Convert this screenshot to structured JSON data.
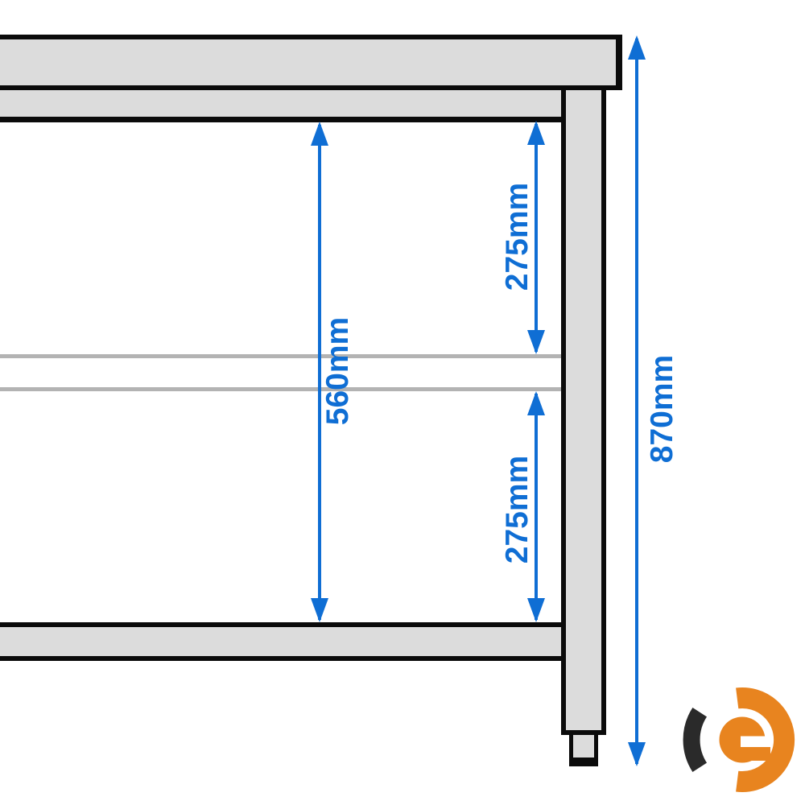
{
  "diagram": {
    "title": "worktable-side-view-dimension-drawing",
    "dimensions": {
      "inner_height": {
        "label": "560mm"
      },
      "upper_shelf_gap": {
        "label": "275mm"
      },
      "lower_shelf_gap": {
        "label": "275mm"
      },
      "overall_height": {
        "label": "870mm"
      }
    },
    "colors": {
      "dimension_blue": "#0f6ed4",
      "structure_fill": "#dcdcdc",
      "structure_border": "#0b0b0b",
      "shelf_line_gray": "#b3b3b3",
      "logo_orange": "#e8841f",
      "logo_black": "#2a2a2a"
    },
    "icons": {
      "logo": "ggm-gastro-logo-icon"
    }
  }
}
